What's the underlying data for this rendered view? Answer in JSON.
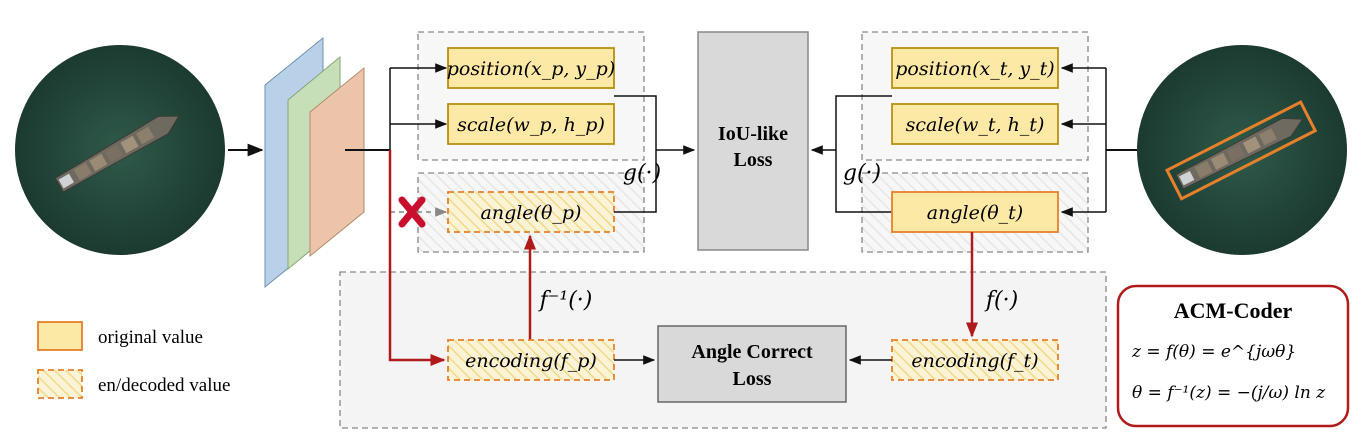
{
  "boxes": {
    "position_pred": "position(x_p, y_p)",
    "scale_pred": "scale(w_p, h_p)",
    "angle_pred": "angle(θ_p)",
    "position_target": "position(x_t, y_t)",
    "scale_target": "scale(w_t, h_t)",
    "angle_target": "angle(θ_t)",
    "encoding_pred": "encoding(f_p)",
    "encoding_target": "encoding(f_t)"
  },
  "losses": {
    "iou_line1": "IoU-like",
    "iou_line2": "Loss",
    "angle_line1": "Angle Correct",
    "angle_line2": "Loss"
  },
  "functions": {
    "g_left": "g(·)",
    "g_right": "g(·)",
    "f_inverse": "f⁻¹(·)",
    "f_forward": "f(·)"
  },
  "legend": {
    "original": "original value",
    "encoded": "en/decoded value"
  },
  "acm": {
    "title": "ACM-Coder",
    "eq1": "z = f(θ) = e^{jωθ}",
    "eq2": "θ = f⁻¹(z) = −(j/ω) ln z"
  },
  "colors": {
    "box_fill": "#fde9a6",
    "box_border_dark": "#b7900f",
    "box_border_orange": "#e6802a",
    "arrow_red": "#b01a1a",
    "loss_fill": "#d9d9d9",
    "acm_border": "#b01a1a"
  }
}
